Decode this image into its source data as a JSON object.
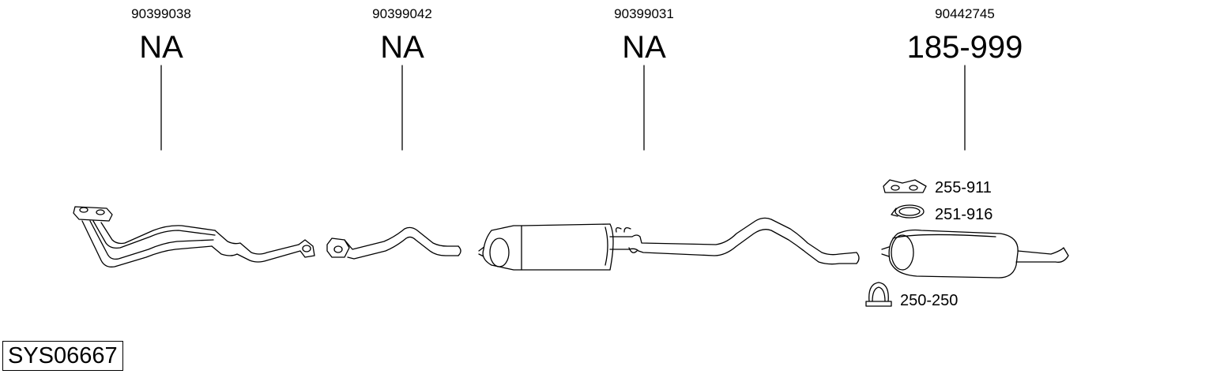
{
  "parts": [
    {
      "oe": "90399038",
      "code": "NA"
    },
    {
      "oe": "90399042",
      "code": "NA"
    },
    {
      "oe": "90399031",
      "code": "NA"
    },
    {
      "oe": "90442745",
      "code": "185-999"
    }
  ],
  "accessories": [
    {
      "code": "255-911"
    },
    {
      "code": "251-916"
    },
    {
      "code": "250-250"
    }
  ],
  "system_id": "SYS06667"
}
